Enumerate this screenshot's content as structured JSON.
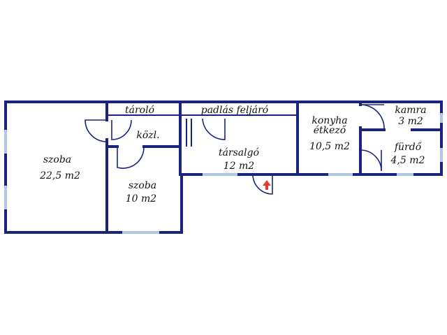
{
  "rooms": {
    "szoba_large": {
      "name": "szoba",
      "area": "22,5 m2"
    },
    "taroló": {
      "name": "tároló"
    },
    "padlas": {
      "name": "padlás feljáró"
    },
    "kozl": {
      "name": "közl."
    },
    "szoba_small": {
      "name": "szoba",
      "area": "10 m2"
    },
    "tarsalgo": {
      "name": "társalgó",
      "area": "12 m2"
    },
    "konyha": {
      "name": "konyha",
      "name2": "étkező",
      "area": "10,5 m2"
    },
    "kamra": {
      "name": "kamra",
      "area": "3 m2"
    },
    "furdo": {
      "name": "fürdő",
      "area": "4,5 m2"
    }
  },
  "colors": {
    "wall": "#1a237e",
    "window": "#b3c6e0",
    "entrance_arrow": "#e53935"
  },
  "icons": {
    "entrance": "entrance-arrow-icon"
  }
}
